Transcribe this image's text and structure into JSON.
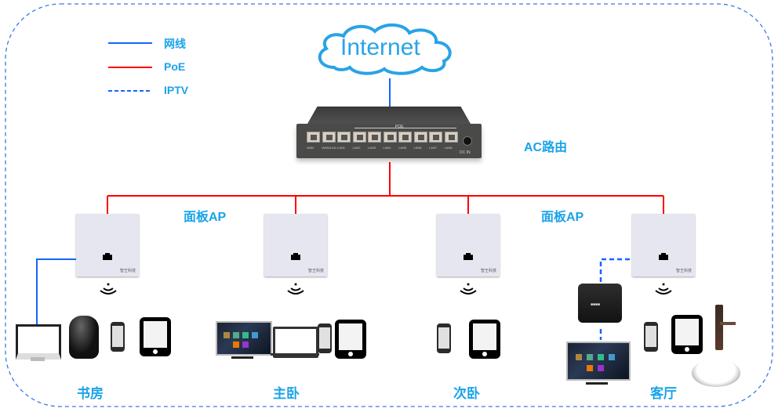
{
  "legend": {
    "items": [
      {
        "label": "网线",
        "color": "#1565ff",
        "style": "solid"
      },
      {
        "label": "PoE",
        "color": "#ff0000",
        "style": "solid"
      },
      {
        "label": "IPTV",
        "color": "#1565ff",
        "style": "dashed"
      }
    ]
  },
  "internet": {
    "label": "Internet"
  },
  "router": {
    "label": "AC路由",
    "poe_label": "POE",
    "ports": [
      "WAN",
      "WAN/LAN",
      "LAN1",
      "LAN2",
      "LAN3",
      "LAN4",
      "LAN5",
      "LAN6",
      "LAN7",
      "LAN8"
    ],
    "dc_label": "DC IN"
  },
  "ap_labels": [
    "面板AP",
    "面板AP"
  ],
  "ap_brand": "智王科技",
  "rooms": [
    {
      "name": "书房",
      "devices": [
        "desktop-monitor",
        "smart-speaker",
        "phone",
        "tablet"
      ]
    },
    {
      "name": "主卧",
      "devices": [
        "tv",
        "laptop",
        "phone",
        "tablet"
      ]
    },
    {
      "name": "次卧",
      "devices": [
        "phone",
        "tablet"
      ]
    },
    {
      "name": "客厅",
      "devices": [
        "iptv-box",
        "tv",
        "phone",
        "tablet",
        "smart-lock",
        "robot-vacuum"
      ]
    }
  ],
  "colors": {
    "ethernet": "#1565ff",
    "poe": "#ff0000",
    "label": "#1aa3e8",
    "boundary": "#3a7be0"
  }
}
